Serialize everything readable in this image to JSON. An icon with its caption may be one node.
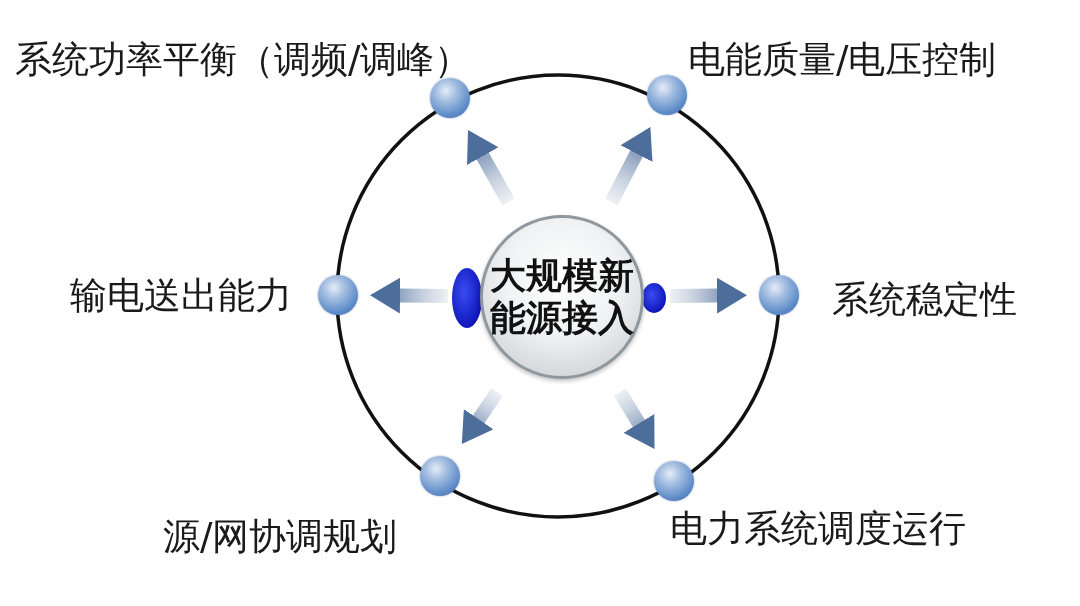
{
  "diagram": {
    "nodes": [
      {
        "text": [
          "大规模新能源接入"
        ]
      },
      {
        "text": [],
        "shape": "circle",
        "beside": [
          "系统功率平衡（调频/调峰）"
        ]
      },
      {
        "text": [],
        "shape": "circle",
        "beside": [
          "电能质量/电压控制"
        ]
      },
      {
        "text": [],
        "shape": "circle",
        "beside": [
          "输电送出能力"
        ]
      },
      {
        "text": [],
        "shape": "circle",
        "beside": [
          "系统稳定性"
        ]
      },
      {
        "text": [],
        "shape": "circle",
        "beside": [
          "源/网协调规划"
        ]
      },
      {
        "text": [],
        "shape": "circle",
        "beside": [
          "电力系统调度运行"
        ]
      }
    ],
    "edges": [
      {
        "from": 0,
        "to": 1,
        "arrow": "to"
      },
      {
        "from": 0,
        "to": 2,
        "arrow": "to"
      },
      {
        "from": 0,
        "to": 3,
        "arrow": "to"
      },
      {
        "from": 0,
        "to": 4,
        "arrow": "to"
      },
      {
        "from": 0,
        "to": 5,
        "arrow": "to"
      },
      {
        "from": 0,
        "to": 6,
        "arrow": "to"
      }
    ]
  }
}
